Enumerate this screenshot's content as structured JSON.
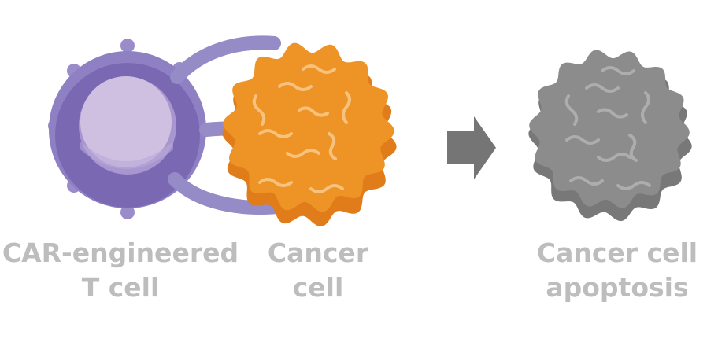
{
  "labels": {
    "tcell": {
      "line1": "CAR-engineered",
      "line2": "T cell"
    },
    "cancer": {
      "line1": "Cancer",
      "line2": "cell"
    },
    "apoptosis": {
      "line1": "Cancer cell",
      "line2": "apoptosis"
    }
  },
  "colors": {
    "tcell_body": "#7a68b3",
    "tcell_outer": "#8f80c4",
    "tcell_nucleus": "#cfc0e2",
    "receptor": "#958bc6",
    "cancer_light": "#ee9427",
    "cancer_dark": "#e07d1a",
    "cancer_squiggle": "#f6c27e",
    "dead_light": "#8c8c8c",
    "dead_dark": "#787878",
    "dead_squiggle": "#adadad",
    "arrow": "#757575",
    "label": "#bdbdbd"
  },
  "icons": {
    "tcell": "car-t-cell-icon",
    "cancer": "cancer-cell-icon",
    "arrow": "right-arrow-icon",
    "dead_cell": "apoptotic-cell-icon"
  }
}
